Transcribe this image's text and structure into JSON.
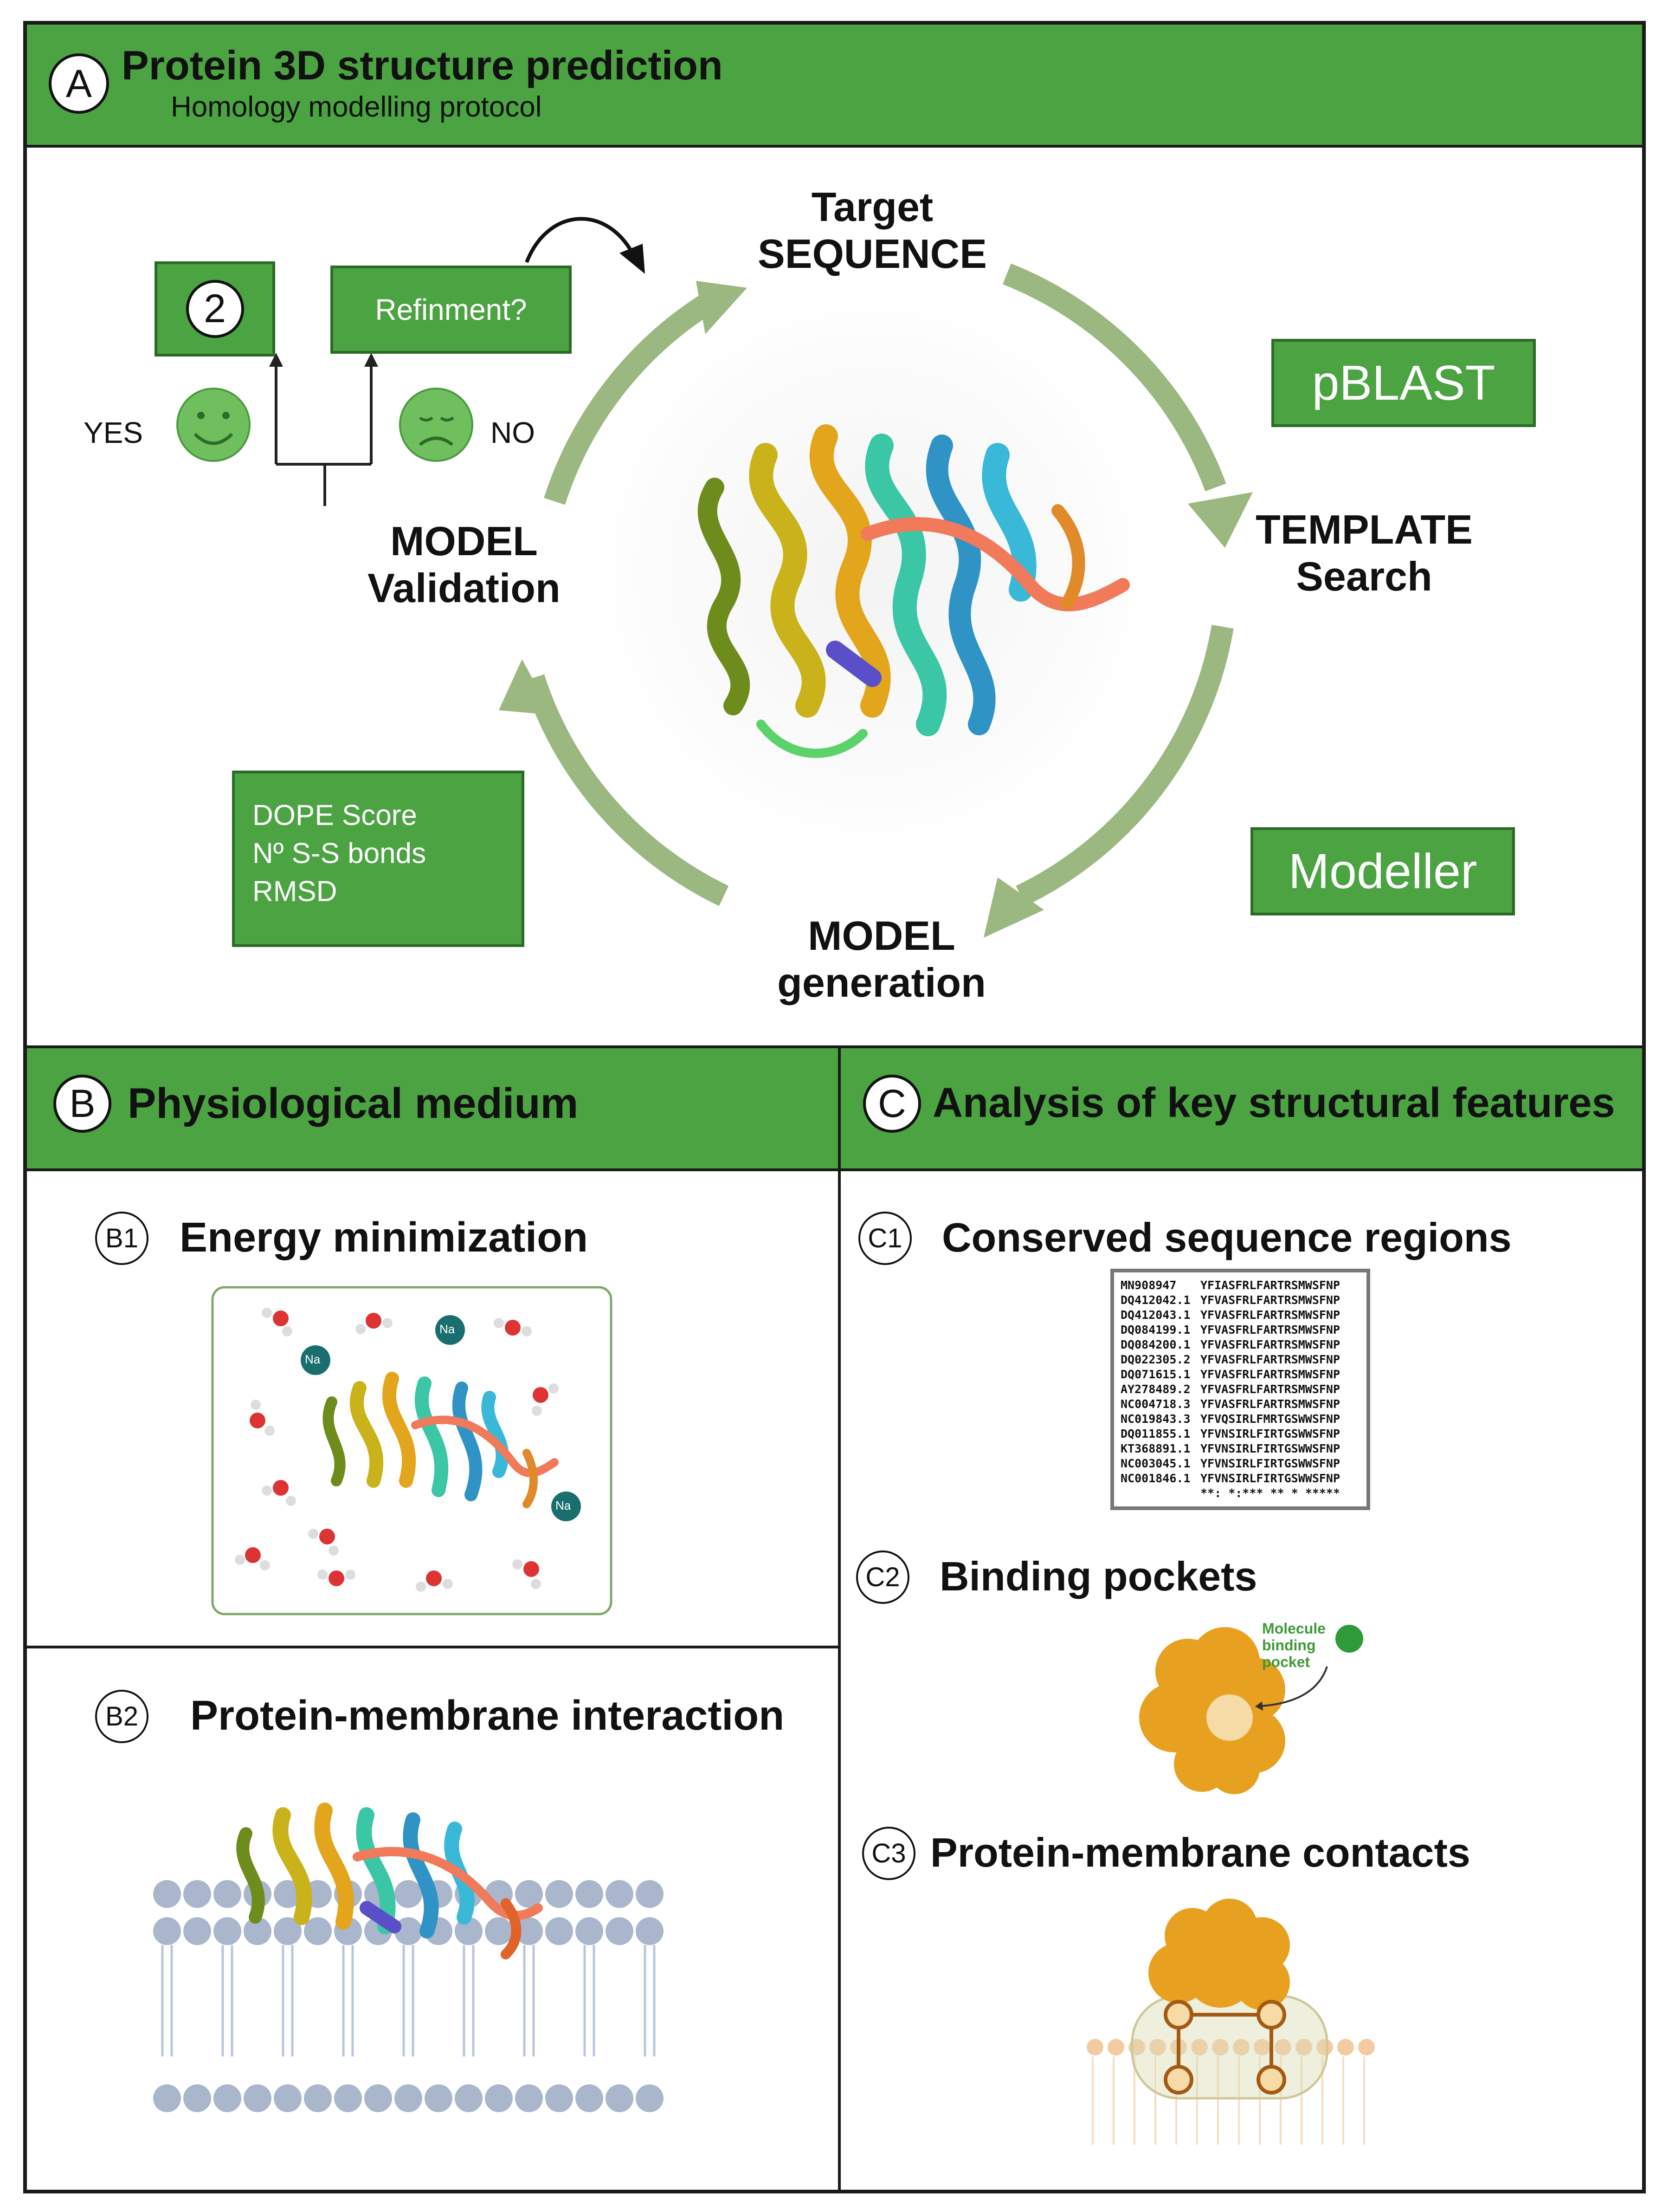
{
  "panel_a": {
    "letter": "A",
    "title": "Protein 3D structure prediction",
    "subtitle": "Homology modelling protocol",
    "cycle": {
      "target_line1": "Target",
      "target_line2": "SEQUENCE",
      "template_line1": "TEMPLATE",
      "template_line2": "Search",
      "generation_line1": "MODEL",
      "generation_line2": "generation",
      "validation_line1": "MODEL",
      "validation_line2": "Validation"
    },
    "tools": {
      "pblast": "pBLAST",
      "modeller": "Modeller"
    },
    "metrics": [
      "DOPE Score",
      "Nº S-S bonds",
      "RMSD"
    ],
    "refinement": {
      "box_label": "Refinment?",
      "step_number": "2",
      "yes_label": "YES",
      "no_label": "NO"
    }
  },
  "panel_b": {
    "letter": "B",
    "title": "Physiological medium",
    "b1": {
      "tag": "B1",
      "title": "Energy minimization",
      "ion_label": "Na"
    },
    "b2": {
      "tag": "B2",
      "title": "Protein-membrane interaction"
    }
  },
  "panel_c": {
    "letter": "C",
    "title": "Analysis of key structural features",
    "c1": {
      "tag": "C1",
      "title": "Conserved sequence regions",
      "alignment": [
        {
          "id": "MN908947",
          "seq": "YFIASFRLFARTRSMWSFNP"
        },
        {
          "id": "DQ412042.1",
          "seq": "YFVASFRLFARTRSMWSFNP"
        },
        {
          "id": "DQ412043.1",
          "seq": "YFVASFRLFARTRSMWSFNP"
        },
        {
          "id": "DQ084199.1",
          "seq": "YFVASFRLFARTRSMWSFNP"
        },
        {
          "id": "DQ084200.1",
          "seq": "YFVASFRLFARTRSMWSFNP"
        },
        {
          "id": "DQ022305.2",
          "seq": "YFVASFRLFARTRSMWSFNP"
        },
        {
          "id": "DQ071615.1",
          "seq": "YFVASFRLFARTRSMWSFNP"
        },
        {
          "id": "AY278489.2",
          "seq": "YFVASFRLFARTRSMWSFNP"
        },
        {
          "id": "NC004718.3",
          "seq": "YFVASFRLFARTRSMWSFNP"
        },
        {
          "id": "NC019843.3",
          "seq": "YFVQSIRLFMRTGSWWSFNP"
        },
        {
          "id": "DQ011855.1",
          "seq": "YFVNSIRLFIRTGSWWSFNP"
        },
        {
          "id": "KT368891.1",
          "seq": "YFVNSIRLFIRTGSWWSFNP"
        },
        {
          "id": "NC003045.1",
          "seq": "YFVNSIRLFIRTGSWWSFNP"
        },
        {
          "id": "NC001846.1",
          "seq": "YFVNSIRLFIRTGSWWSFNP"
        }
      ],
      "consensus": "**: *:*** ** * *****"
    },
    "c2": {
      "tag": "C2",
      "title": "Binding pockets",
      "annotation_line1": "Molecule",
      "annotation_line2": "binding",
      "annotation_line3": "pocket"
    },
    "c3": {
      "tag": "C3",
      "title": "Protein-membrane contacts"
    }
  },
  "colors": {
    "band_green": "#4ba342",
    "box_border_green": "#2c6b27",
    "cycle_arrow": "#9ab87f",
    "face_green": "#6fbf5f",
    "protein_orange": "#e8a020",
    "membrane_blue": "#a9b6cc"
  }
}
